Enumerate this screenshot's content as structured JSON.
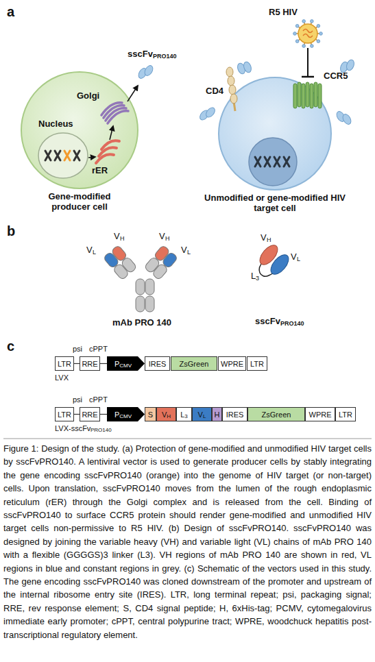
{
  "diagram": {
    "caption": "Figure 1: Design of the study. (a) Protection of gene-modified and unmodified HIV target cells by sscFvPRO140. A lentiviral vector is used to generate producer cells by stably integrating the gene encoding sscFvPRO140 (orange) into the genome of HIV target (or non-target) cells. Upon translation, sscFvPRO140 moves from the lumen of the rough endoplasmic reticulum (rER) through the Golgi complex and is released from the cell. Binding of sscFvPRO140 to surface CCR5 protein should render gene-modified and unmodified HIV target cells non-permissive to R5 HIV. (b) Design of sscFvPRO140. sscFvPRO140 was designed by joining the variable heavy (VH) and variable light (VL) chains of mAb PRO 140 with a flexible (GGGGS)3 linker (L3). VH regions of mAb PRO 140 are shown in red, VL regions in blue and constant regions in grey. (c) Schematic of the vectors used in this study. The gene encoding sscFvPRO140 was cloned downstream of the promoter and upstream of the internal ribosome entry site (IRES). LTR, long terminal repeat; psi, packaging signal; RRE, rev response element; S, CD4 signal peptide; H, 6xHis-tag; PCMV, cytomegalovirus immediate early promoter; cPPT, central polypurine tract; WPRE, woodchuck hepatitis post-transcriptional regulatory element.",
    "nodes": [
      {
        "text": [
          "Gene-modified producer cell"
        ]
      },
      {
        "text": [
          "Nucleus"
        ],
        "in": 0
      },
      {
        "text": [
          "R5 HIV"
        ]
      },
      {
        "text": [
          "Unmodified or gene-modified HIV target cell"
        ]
      },
      {
        "text": [
          "LTR"
        ]
      },
      {
        "text": [
          "RRE"
        ]
      },
      {
        "text": [
          "P",
          "CMV"
        ]
      },
      {
        "text": [
          "IRES"
        ]
      },
      {
        "text": [
          "ZsGreen"
        ]
      },
      {
        "text": [
          "WPRE"
        ]
      },
      {
        "text": [
          "LTR"
        ]
      },
      {
        "text": [
          "LTR"
        ]
      },
      {
        "text": [
          "RRE"
        ]
      },
      {
        "text": [
          "P",
          "CMV"
        ]
      },
      {
        "text": [
          "S"
        ]
      },
      {
        "text": [
          "V",
          "H"
        ]
      },
      {
        "text": [
          "L",
          "3"
        ]
      },
      {
        "text": [
          "V",
          "L"
        ]
      },
      {
        "text": [
          "H"
        ]
      },
      {
        "text": [
          "IRES"
        ]
      },
      {
        "text": [
          "ZsGreen"
        ]
      },
      {
        "text": [
          "WPRE"
        ]
      },
      {
        "text": [
          "LTR"
        ]
      }
    ],
    "edges": [
      {
        "from": 2,
        "to": 3,
        "arrow": "to"
      },
      {
        "from": 4,
        "to": 5,
        "arrow": "none"
      },
      {
        "from": 5,
        "to": 6,
        "arrow": "none"
      },
      {
        "from": 11,
        "to": 12,
        "arrow": "none"
      },
      {
        "from": 12,
        "to": 13,
        "arrow": "none"
      }
    ],
    "labels": [
      "a",
      "Golgi",
      "rER",
      "sscFv",
      "PRO140",
      "CD4",
      "CCR5",
      "b",
      "V",
      "L",
      "V",
      "H",
      "V",
      "H",
      "V",
      "L",
      "mAb PRO 140",
      "V",
      "H",
      "V",
      "L",
      "L",
      "3",
      "sscFv",
      "PRO140",
      "c",
      "psi",
      "cPPT",
      "LVX",
      "psi",
      "cPPT",
      "LVX-sscFv",
      "PRO140"
    ]
  }
}
